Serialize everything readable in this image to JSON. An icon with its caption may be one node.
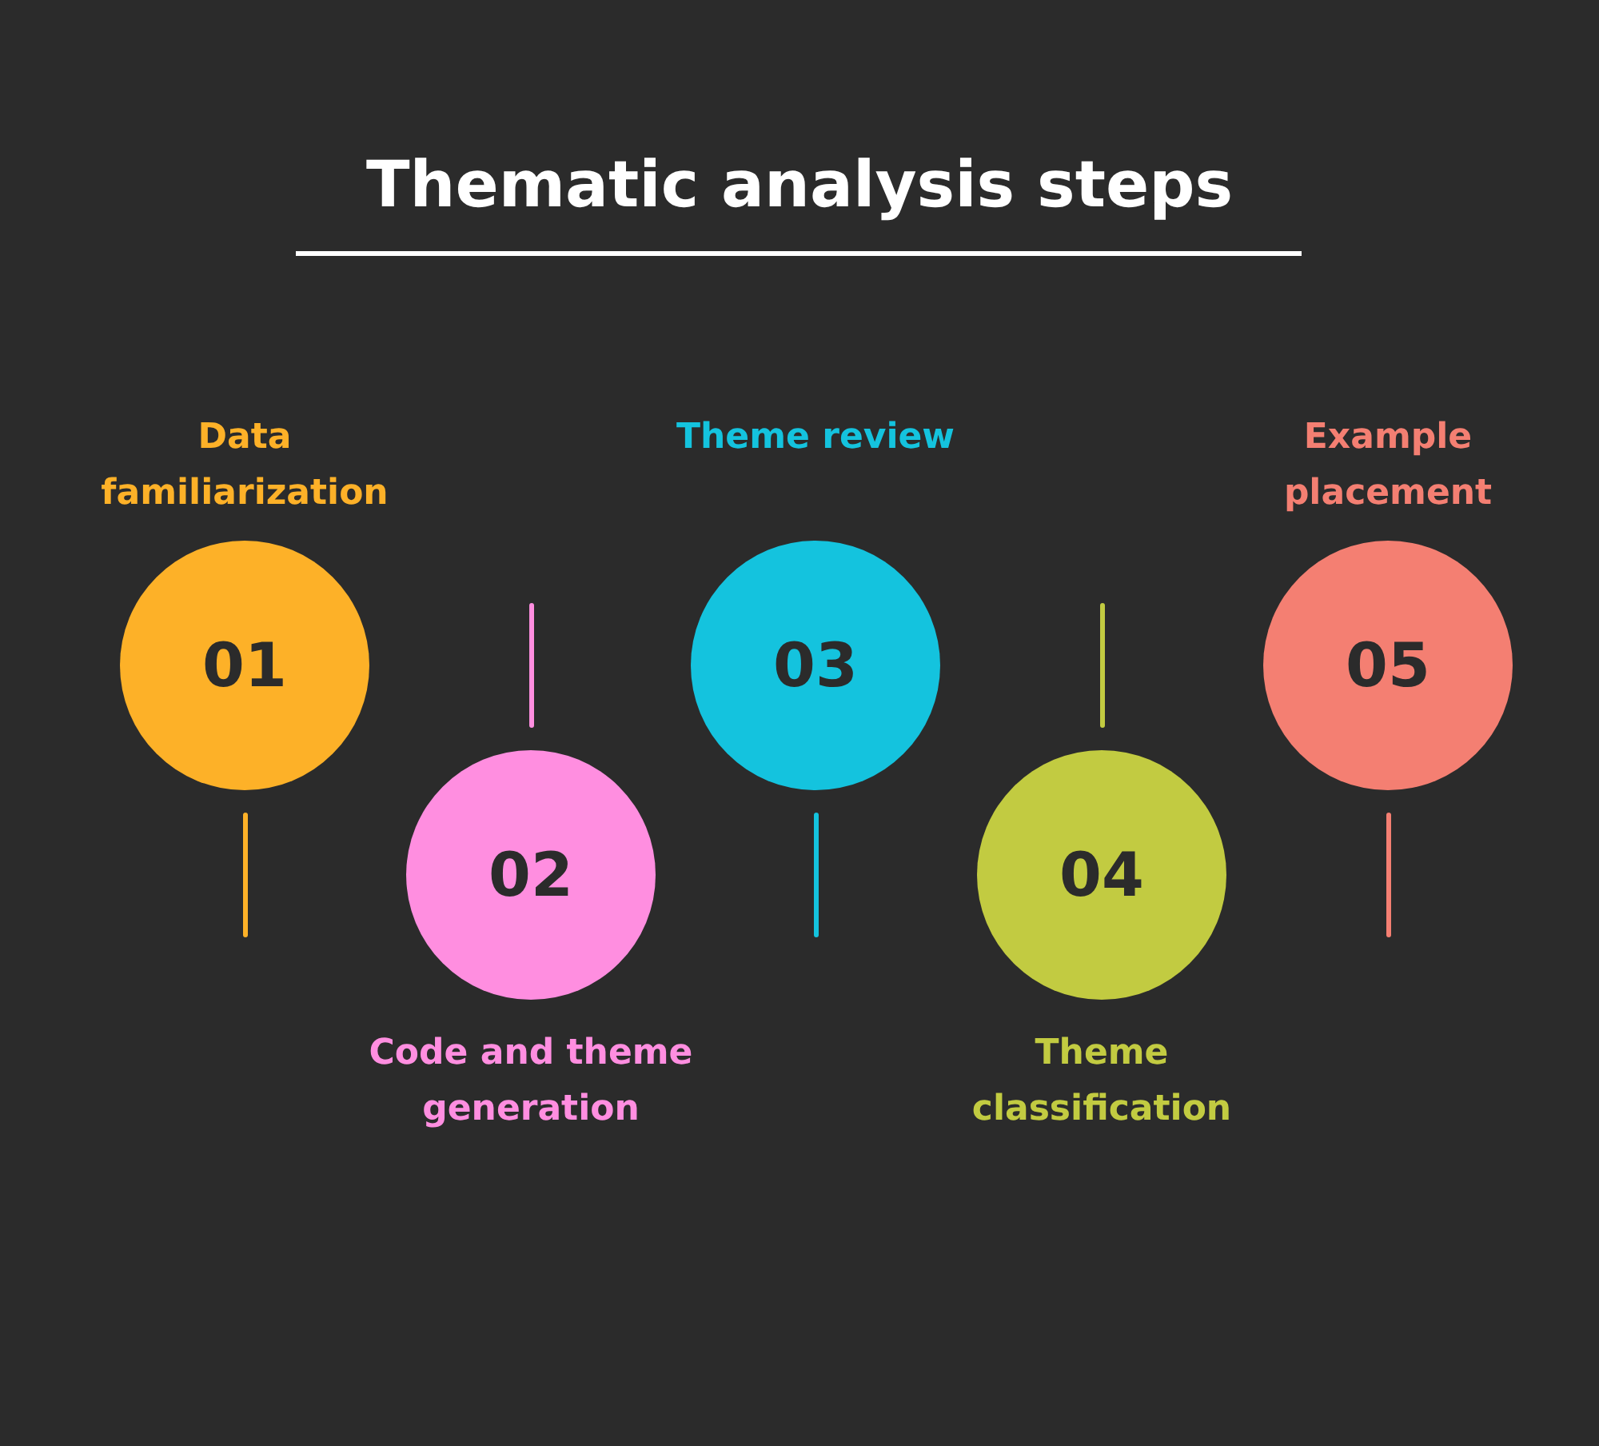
{
  "diagram": {
    "title": "Thematic analysis steps",
    "nodes": [
      {
        "text": [
          "01"
        ],
        "beside": [
          "Data familiarization"
        ]
      },
      {
        "text": [
          "02"
        ],
        "beside": [
          "Code and theme generation"
        ]
      },
      {
        "text": [
          "03"
        ],
        "beside": [
          "Theme review"
        ]
      },
      {
        "text": [
          "04"
        ],
        "beside": [
          "Theme classification"
        ]
      },
      {
        "text": [
          "05"
        ],
        "beside": [
          "Example placement"
        ]
      }
    ]
  }
}
